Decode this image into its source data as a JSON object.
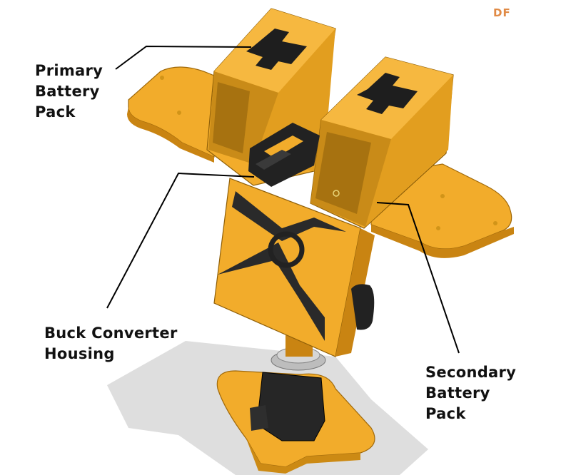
{
  "watermark": "DF",
  "colors": {
    "body": "#f2ac2b",
    "body_shadow": "#d28f14",
    "body_dark": "#b97a0c",
    "interior": "#c98b18",
    "black_part": "#222222",
    "leader_line": "#000000",
    "floor_shadow": "#dcdcdc"
  },
  "labels": {
    "primary": [
      "Primary",
      "Battery",
      "Pack"
    ],
    "buck": [
      "Buck Converter",
      "Housing"
    ],
    "secondary": [
      "Secondary",
      "Battery",
      "Pack"
    ]
  }
}
